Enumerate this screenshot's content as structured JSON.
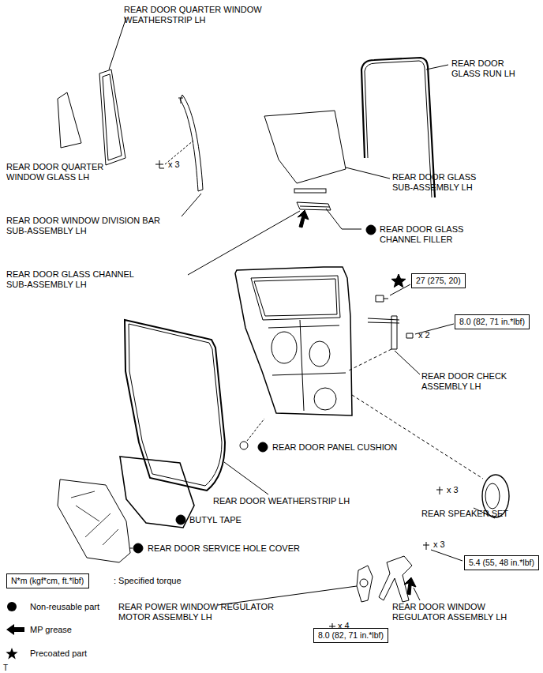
{
  "diagram": {
    "nodes": [
      {
        "text": [
          "27 (275, 20)"
        ]
      },
      {
        "text": [
          "8.0 (82, 71 in.*lbf)"
        ]
      },
      {
        "text": [
          "5.4 (55, 48 in.*lbf)"
        ]
      },
      {
        "text": [
          "N*m (kgf*cm, ft.*lbf)"
        ]
      },
      {
        "text": [
          "8.0 (82, 71 in.*lbf)"
        ]
      }
    ],
    "edges": [],
    "labels": [
      "REAR DOOR QUARTER WINDOW WEATHERSTRIP LH",
      "REAR DOOR GLASS RUN LH",
      "REAR DOOR QUARTER WINDOW GLASS LH",
      "x 3",
      "REAR DOOR GLASS SUB-ASSEMBLY LH",
      "REAR DOOR WINDOW DIVISION BAR SUB-ASSEMBLY LH",
      "REAR DOOR GLASS CHANNEL FILLER",
      "REAR DOOR GLASS CHANNEL SUB-ASSEMBLY LH",
      "x 2",
      "REAR DOOR CHECK ASSEMBLY LH",
      "REAR DOOR PANEL CUSHION",
      "x 3",
      "REAR DOOR WEATHERSTRIP LH",
      "REAR SPEAKER SET",
      "BUTYL TAPE",
      "REAR DOOR SERVICE HOLE COVER",
      "x 3",
      "REAR POWER WINDOW REGULATOR MOTOR ASSEMBLY LH",
      "REAR DOOR WINDOW REGULATOR ASSEMBLY LH",
      "x 4",
      "T"
    ],
    "legend": [
      {
        "text": ": Specified torque"
      },
      {
        "text": "Non-reusable part"
      },
      {
        "text": "MP grease"
      },
      {
        "text": "Precoated part"
      }
    ]
  }
}
